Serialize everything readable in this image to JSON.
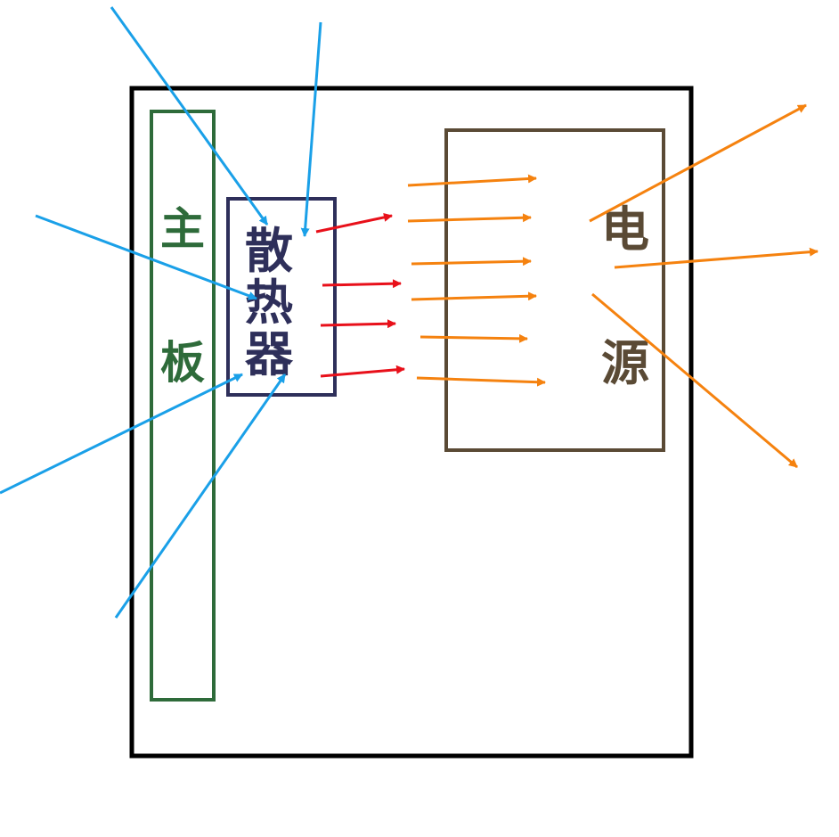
{
  "colors": {
    "case_border": "#000000",
    "motherboard": "#2e6b3a",
    "heatsink": "#2e2f5a",
    "psu": "#5a4a35",
    "cool_air_arrow": "#1aa0e8",
    "hot_air_arrow": "#e8101a",
    "exhaust_arrow": "#f5820f"
  },
  "labels": {
    "motherboard": [
      "主",
      "板"
    ],
    "heatsink": [
      "散",
      "热",
      "器"
    ],
    "psu": [
      "电",
      "源"
    ]
  }
}
